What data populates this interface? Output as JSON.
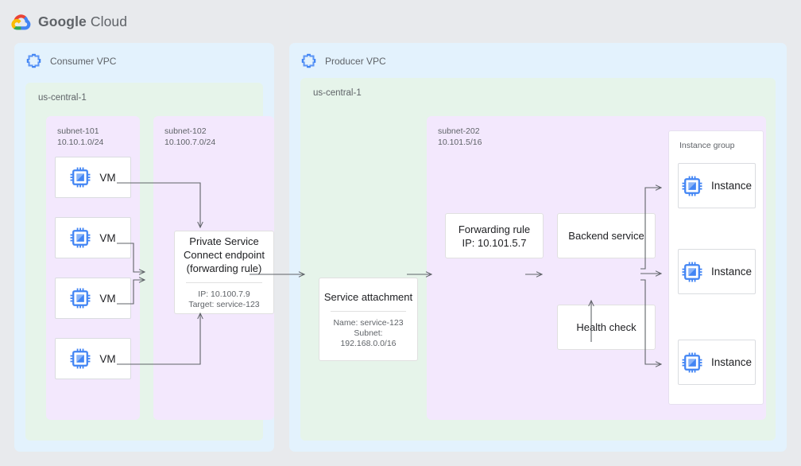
{
  "header": {
    "logo_icon": "google-cloud-logo-icon",
    "brand_bold": "Google",
    "brand_light": "Cloud"
  },
  "colors": {
    "page_background": "#e8eaed",
    "vpc_fill": "#e3f2fd",
    "region_fill": "#e6f4ea",
    "subnet_fill": "#f3e8fd",
    "card_fill": "#ffffff",
    "card_border": "#e0e0e0",
    "connector": "#5f6368",
    "text_primary": "#202124",
    "text_secondary": "#5f6368",
    "icon_blue": "#4285f4",
    "logo_red": "#ea4335",
    "logo_yellow": "#fbbc04",
    "logo_green": "#34a853",
    "logo_blue": "#4285f4"
  },
  "consumer_vpc": {
    "title": "Consumer VPC",
    "icon": "vpc-icon",
    "region": {
      "label": "us-central-1"
    },
    "subnet_101": {
      "name": "subnet-101",
      "cidr": "10.10.1.0/24",
      "vms": [
        {
          "label": "VM",
          "icon": "vm-chip-icon"
        },
        {
          "label": "VM",
          "icon": "vm-chip-icon"
        },
        {
          "label": "VM",
          "icon": "vm-chip-icon"
        },
        {
          "label": "VM",
          "icon": "vm-chip-icon"
        }
      ]
    },
    "subnet_102": {
      "name": "subnet-102",
      "cidr": "10.100.7.0/24",
      "endpoint": {
        "title_lines": [
          "Private Service",
          "Connect endpoint",
          "(forwarding rule)"
        ],
        "detail_lines": [
          "IP: 10.100.7.9",
          "Target: service-123"
        ]
      }
    }
  },
  "producer_vpc": {
    "title": "Producer VPC",
    "icon": "vpc-icon",
    "region": {
      "label": "us-central-1"
    },
    "service_attachment": {
      "title": "Service attachment",
      "detail_lines": [
        "Name: service-123",
        "Subnet:",
        "192.168.0.0/16"
      ]
    },
    "subnet_202": {
      "name": "subnet-202",
      "cidr": "10.101.5/16",
      "forwarding_rule": {
        "lines": [
          "Forwarding rule",
          "IP: 10.101.5.7"
        ]
      },
      "backend_service": {
        "lines": [
          "Backend service"
        ]
      },
      "health_check": {
        "lines": [
          "Health check"
        ]
      },
      "instance_group": {
        "label": "Instance group",
        "instances": [
          {
            "label": "Instance",
            "icon": "vm-chip-icon"
          },
          {
            "label": "Instance",
            "icon": "vm-chip-icon"
          },
          {
            "label": "Instance",
            "icon": "vm-chip-icon"
          }
        ]
      }
    }
  }
}
